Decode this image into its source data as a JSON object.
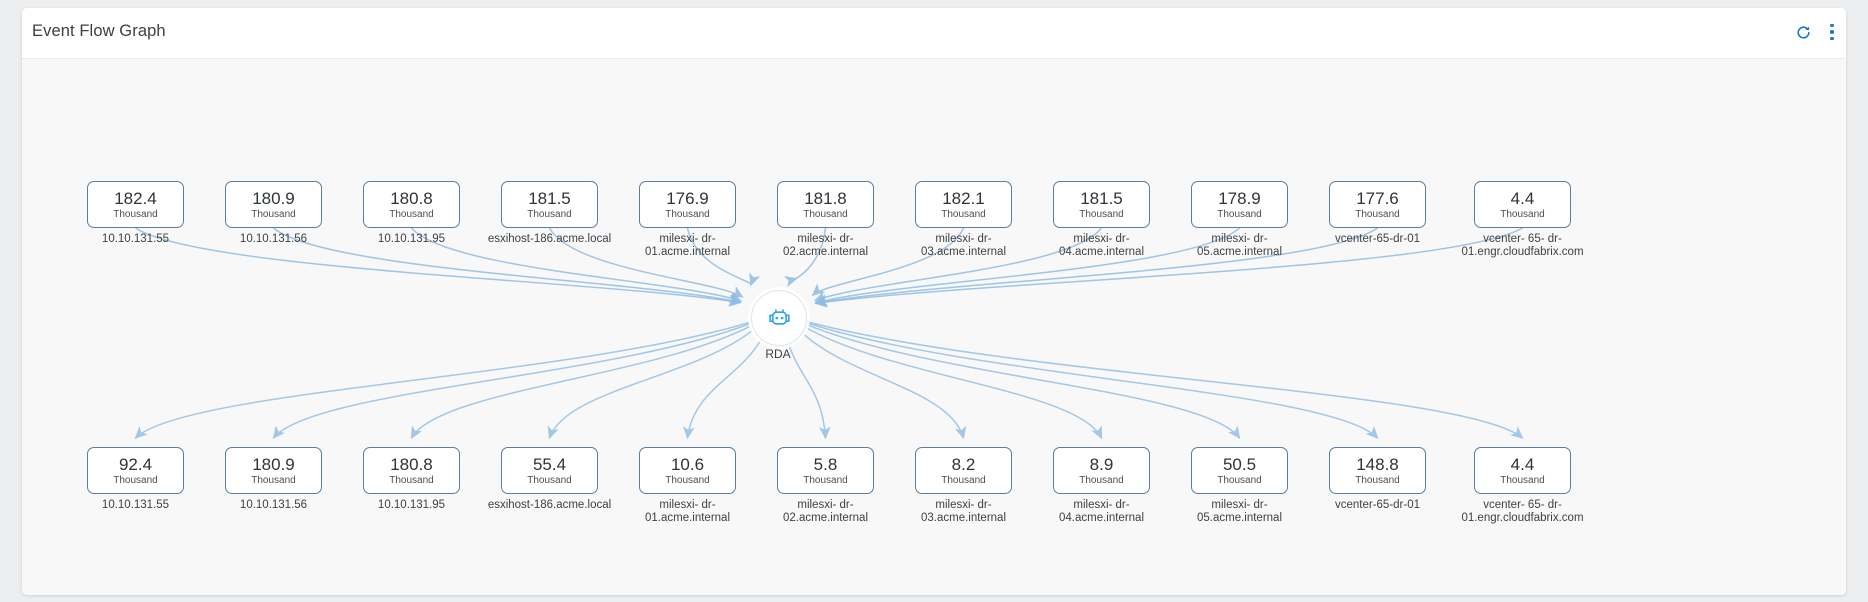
{
  "card": {
    "title": "Event Flow Graph",
    "actions": [
      {
        "name": "refresh-icon",
        "label": "Refresh"
      },
      {
        "name": "more-options-icon",
        "label": "More options"
      }
    ],
    "accent_color": "#1b75d0",
    "edge_color": "#8fbce4",
    "node_border_color": "#5b7da3",
    "graph_background": "#f8f8f8"
  },
  "graph": {
    "center": {
      "label": "RDA",
      "icon": "robot-icon",
      "icon_color": "#31a3f5"
    },
    "unit": "Thousand",
    "sources": [
      {
        "value": "182.4",
        "unit": "Thousand",
        "label": "10.10.131.55"
      },
      {
        "value": "180.9",
        "unit": "Thousand",
        "label": "10.10.131.56"
      },
      {
        "value": "180.8",
        "unit": "Thousand",
        "label": "10.10.131.95"
      },
      {
        "value": "181.5",
        "unit": "Thousand",
        "label": "esxihost-186.acme.local"
      },
      {
        "value": "176.9",
        "unit": "Thousand",
        "label": "milesxi- dr-01.acme.internal"
      },
      {
        "value": "181.8",
        "unit": "Thousand",
        "label": "milesxi- dr-02.acme.internal"
      },
      {
        "value": "182.1",
        "unit": "Thousand",
        "label": "milesxi- dr-03.acme.internal"
      },
      {
        "value": "181.5",
        "unit": "Thousand",
        "label": "milesxi- dr-04.acme.internal"
      },
      {
        "value": "178.9",
        "unit": "Thousand",
        "label": "milesxi- dr-05.acme.internal"
      },
      {
        "value": "177.6",
        "unit": "Thousand",
        "label": "vcenter-65-dr-01"
      },
      {
        "value": "4.4",
        "unit": "Thousand",
        "label": "vcenter- 65- dr-01.engr.cloudfabrix.com"
      }
    ],
    "targets": [
      {
        "value": "92.4",
        "unit": "Thousand",
        "label": "10.10.131.55"
      },
      {
        "value": "180.9",
        "unit": "Thousand",
        "label": "10.10.131.56"
      },
      {
        "value": "180.8",
        "unit": "Thousand",
        "label": "10.10.131.95"
      },
      {
        "value": "55.4",
        "unit": "Thousand",
        "label": "esxihost-186.acme.local"
      },
      {
        "value": "10.6",
        "unit": "Thousand",
        "label": "milesxi- dr-01.acme.internal"
      },
      {
        "value": "5.8",
        "unit": "Thousand",
        "label": "milesxi- dr-02.acme.internal"
      },
      {
        "value": "8.2",
        "unit": "Thousand",
        "label": "milesxi- dr-03.acme.internal"
      },
      {
        "value": "8.9",
        "unit": "Thousand",
        "label": "milesxi- dr-04.acme.internal"
      },
      {
        "value": "50.5",
        "unit": "Thousand",
        "label": "milesxi- dr-05.acme.internal"
      },
      {
        "value": "148.8",
        "unit": "Thousand",
        "label": "vcenter-65-dr-01"
      },
      {
        "value": "4.4",
        "unit": "Thousand",
        "label": "vcenter- 65- dr-01.engr.cloudfabrix.com"
      }
    ]
  }
}
